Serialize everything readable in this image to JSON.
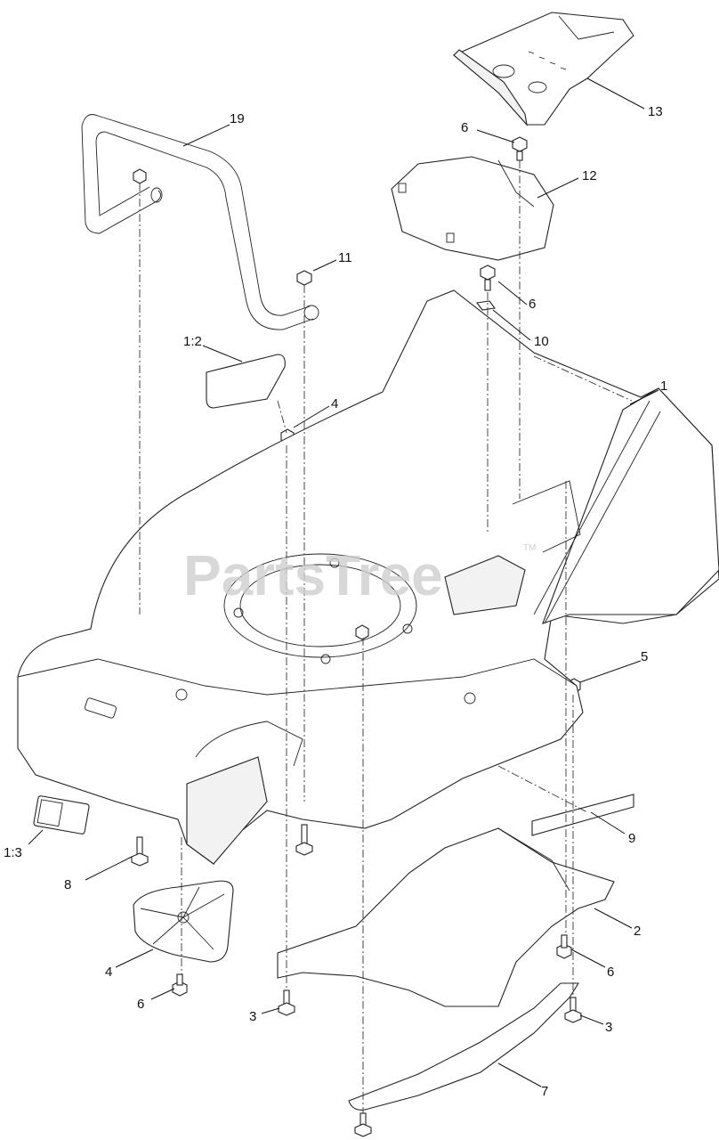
{
  "watermark": {
    "text": "PartsTree",
    "trademark": "TM"
  },
  "callouts": [
    {
      "id": "c1",
      "text": "1"
    },
    {
      "id": "c1-2",
      "text": "1:2"
    },
    {
      "id": "c1-3",
      "text": "1:3"
    },
    {
      "id": "c2",
      "text": "2"
    },
    {
      "id": "c3a",
      "text": "3"
    },
    {
      "id": "c3b",
      "text": "3"
    },
    {
      "id": "c4a",
      "text": "4"
    },
    {
      "id": "c4b",
      "text": "4"
    },
    {
      "id": "c5",
      "text": "5"
    },
    {
      "id": "c6a",
      "text": "6"
    },
    {
      "id": "c6b",
      "text": "6"
    },
    {
      "id": "c6c",
      "text": "6"
    },
    {
      "id": "c6d",
      "text": "6"
    },
    {
      "id": "c7",
      "text": "7"
    },
    {
      "id": "c8",
      "text": "8"
    },
    {
      "id": "c9",
      "text": "9"
    },
    {
      "id": "c10",
      "text": "10"
    },
    {
      "id": "c11",
      "text": "11"
    },
    {
      "id": "c12",
      "text": "12"
    },
    {
      "id": "c13",
      "text": "13"
    },
    {
      "id": "c19",
      "text": "19"
    }
  ],
  "colors": {
    "line": "#222222",
    "watermark": "#cfcfcf",
    "background": "#ffffff"
  }
}
